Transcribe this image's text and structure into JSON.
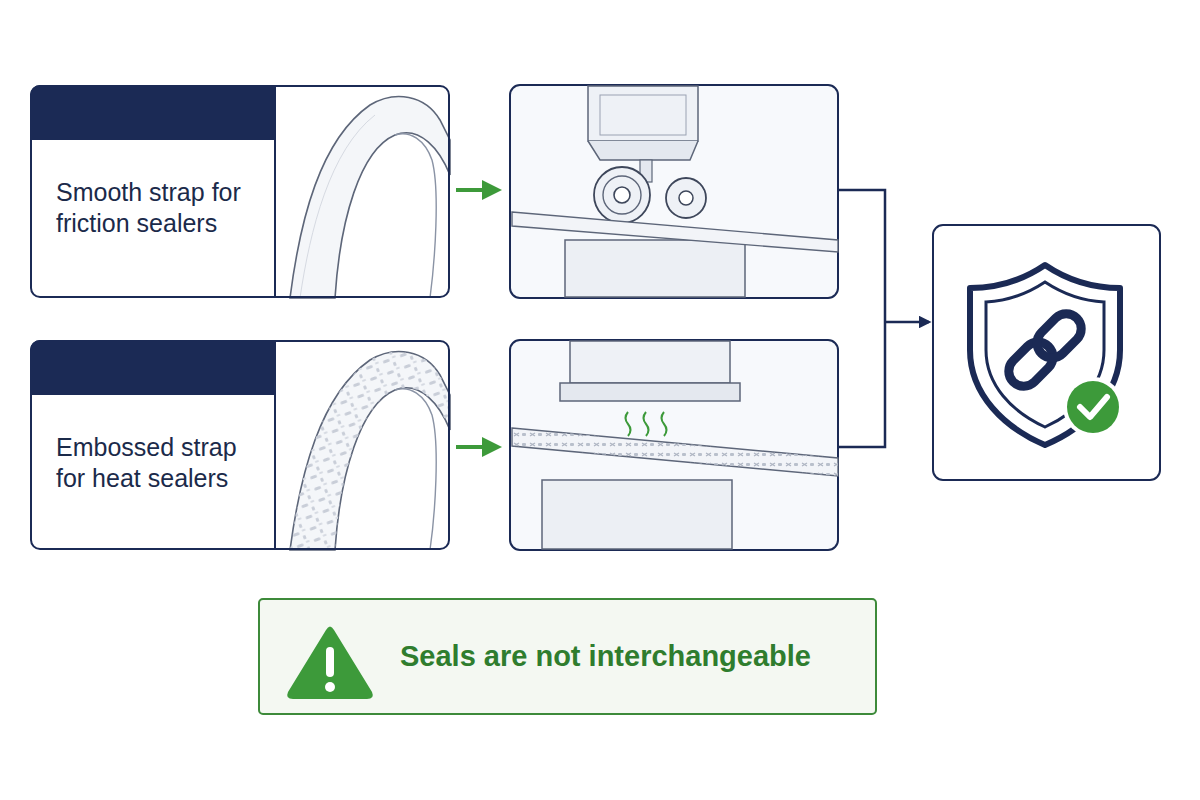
{
  "diagram": {
    "nodes": [
      {
        "text": [
          "Smooth strap for friction sealers"
        ]
      },
      {
        "text": [
          "Embossed strap for heat sealers"
        ]
      },
      {
        "text": [
          "Seals are not interchangeable"
        ]
      }
    ]
  }
}
